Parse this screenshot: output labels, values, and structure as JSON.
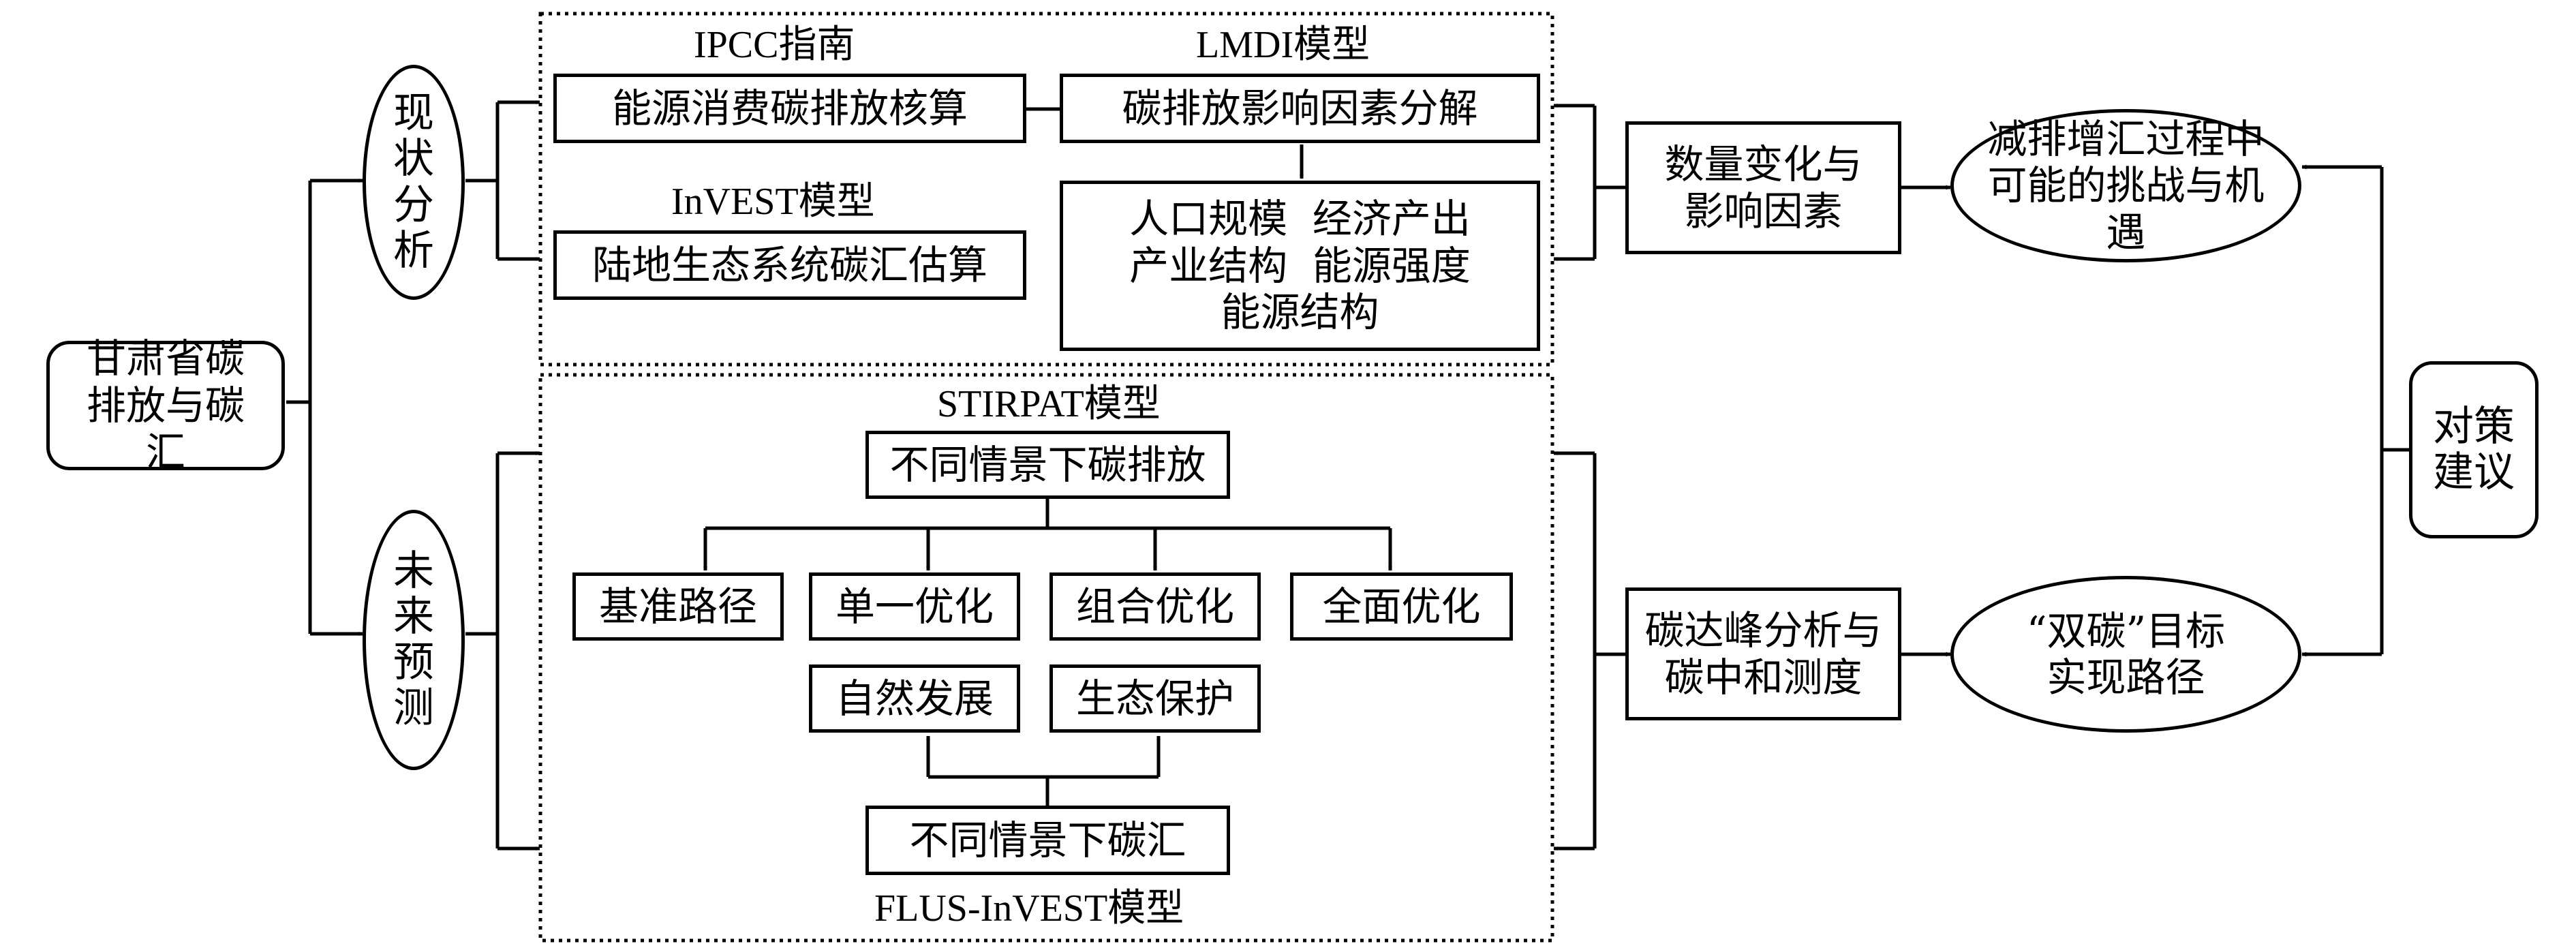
{
  "root": "甘肃省碳排放与碳汇",
  "current_analysis": "现状分析",
  "future_prediction": "未来预测",
  "top_panel": {
    "ipcc_label": "IPCC指南",
    "energy_accounting": "能源消费碳排放核算",
    "lmdi_label": "LMDI模型",
    "decomposition": "碳排放影响因素分解",
    "invest_label": "InVEST模型",
    "sink_estimation": "陆地生态系统碳汇估算",
    "factors": [
      "人口规模  经济产出",
      "产业结构  能源强度",
      "能源结构"
    ]
  },
  "bottom_panel": {
    "stirpat_label": "STIRPAT模型",
    "emission_scenarios": "不同情景下碳排放",
    "scenarios": [
      "基准路径",
      "单一优化",
      "组合优化",
      "全面优化"
    ],
    "sink_scenarios": [
      "自然发展",
      "生态保护"
    ],
    "sink_under_scenarios": "不同情景下碳汇",
    "flus_label": "FLUS-InVEST模型"
  },
  "quantity_factors": "数量变化与影响因素",
  "peak_neutral": "碳达峰分析与碳中和测度",
  "challenges": "减排增汇过程中可能的挑战与机遇",
  "dual_carbon": [
    "“双碳”目标",
    "实现路径"
  ],
  "countermeasures": "对策建议"
}
